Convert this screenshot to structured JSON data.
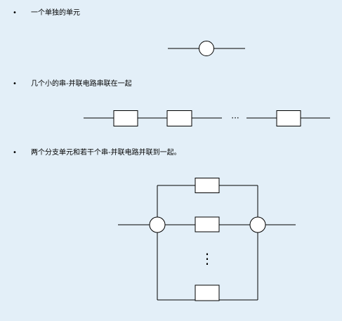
{
  "items": [
    {
      "bullet": "•",
      "label": "一个单独的单元"
    },
    {
      "bullet": "•",
      "label": "几个小的串-并联电路串联在一起"
    },
    {
      "bullet": "•",
      "label": "两个分支单元和若干个串-并联电路并联到一起。"
    }
  ],
  "diagram": {
    "ellipsis_horizontal": "···",
    "ellipsis_vertical": "⋮"
  }
}
